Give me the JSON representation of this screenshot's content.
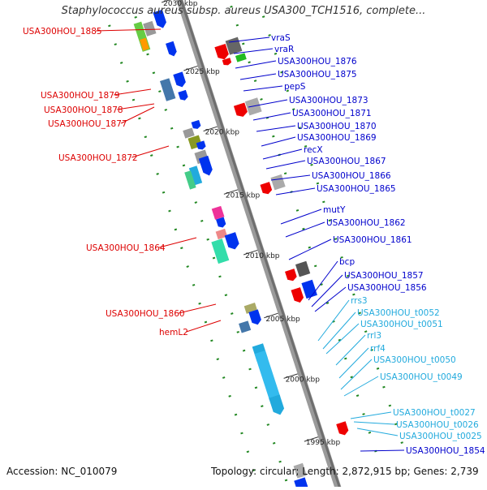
{
  "title": "Staphylococcus aureus subsp. aureus USA300_TCH1516, complete...",
  "accession": "Accession: NC_010079",
  "summary": "Topology: circular; Length: 2,872,915 bp; Genes: 2,739",
  "colors": {
    "left_strand_label": "#dd0000",
    "right_strand_label": "#0000cc",
    "rna_label": "#22aadd",
    "backbone": "#888888",
    "tick": "#228822"
  },
  "scale_ticks": [
    {
      "label": "2030 kbp",
      "offset": 0.01
    },
    {
      "label": "2025 kbp",
      "offset": 0.145
    },
    {
      "label": "2020 kbp",
      "offset": 0.265
    },
    {
      "label": "2015 kbp",
      "offset": 0.39
    },
    {
      "label": "2010 kbp",
      "offset": 0.51
    },
    {
      "label": "2005 kbp",
      "offset": 0.635
    },
    {
      "label": "2000 kbp",
      "offset": 0.755
    },
    {
      "label": "1995 kbp",
      "offset": 0.88
    }
  ],
  "left_labels": [
    {
      "text": "USA300HOU_1885"
    },
    {
      "text": "USA300HOU_1879"
    },
    {
      "text": "USA300HOU_1878"
    },
    {
      "text": "USA300HOU_1877"
    },
    {
      "text": "USA300HOU_1872"
    },
    {
      "text": "USA300HOU_1864"
    },
    {
      "text": "USA300HOU_1860"
    },
    {
      "text": "hemL2"
    }
  ],
  "right_labels": [
    {
      "text": "vraS",
      "kind": "gene"
    },
    {
      "text": "vraR",
      "kind": "gene"
    },
    {
      "text": "USA300HOU_1876",
      "kind": "gene"
    },
    {
      "text": "USA300HOU_1875",
      "kind": "gene"
    },
    {
      "text": "pepS",
      "kind": "gene"
    },
    {
      "text": "USA300HOU_1873",
      "kind": "gene"
    },
    {
      "text": "USA300HOU_1871",
      "kind": "gene"
    },
    {
      "text": "USA300HOU_1870",
      "kind": "gene"
    },
    {
      "text": "USA300HOU_1869",
      "kind": "gene"
    },
    {
      "text": "recX",
      "kind": "gene"
    },
    {
      "text": "USA300HOU_1867",
      "kind": "gene"
    },
    {
      "text": "USA300HOU_1866",
      "kind": "gene"
    },
    {
      "text": "USA300HOU_1865",
      "kind": "gene"
    },
    {
      "text": "mutY",
      "kind": "gene"
    },
    {
      "text": "USA300HOU_1862",
      "kind": "gene"
    },
    {
      "text": "USA300HOU_1861",
      "kind": "gene"
    },
    {
      "text": "bcp",
      "kind": "gene"
    },
    {
      "text": "USA300HOU_1857",
      "kind": "gene"
    },
    {
      "text": "USA300HOU_1856",
      "kind": "gene"
    },
    {
      "text": "rrs3",
      "kind": "rna"
    },
    {
      "text": "USA300HOU_t0052",
      "kind": "rna"
    },
    {
      "text": "USA300HOU_t0051",
      "kind": "rna"
    },
    {
      "text": "rrl3",
      "kind": "rna"
    },
    {
      "text": "rrf4",
      "kind": "rna"
    },
    {
      "text": "USA300HOU_t0050",
      "kind": "rna"
    },
    {
      "text": "USA300HOU_t0049",
      "kind": "rna"
    },
    {
      "text": "USA300HOU_t0027",
      "kind": "rna"
    },
    {
      "text": "USA300HOU_t0026",
      "kind": "rna"
    },
    {
      "text": "USA300HOU_t0025",
      "kind": "rna"
    },
    {
      "text": "USA300HOU_1854",
      "kind": "gene"
    }
  ]
}
